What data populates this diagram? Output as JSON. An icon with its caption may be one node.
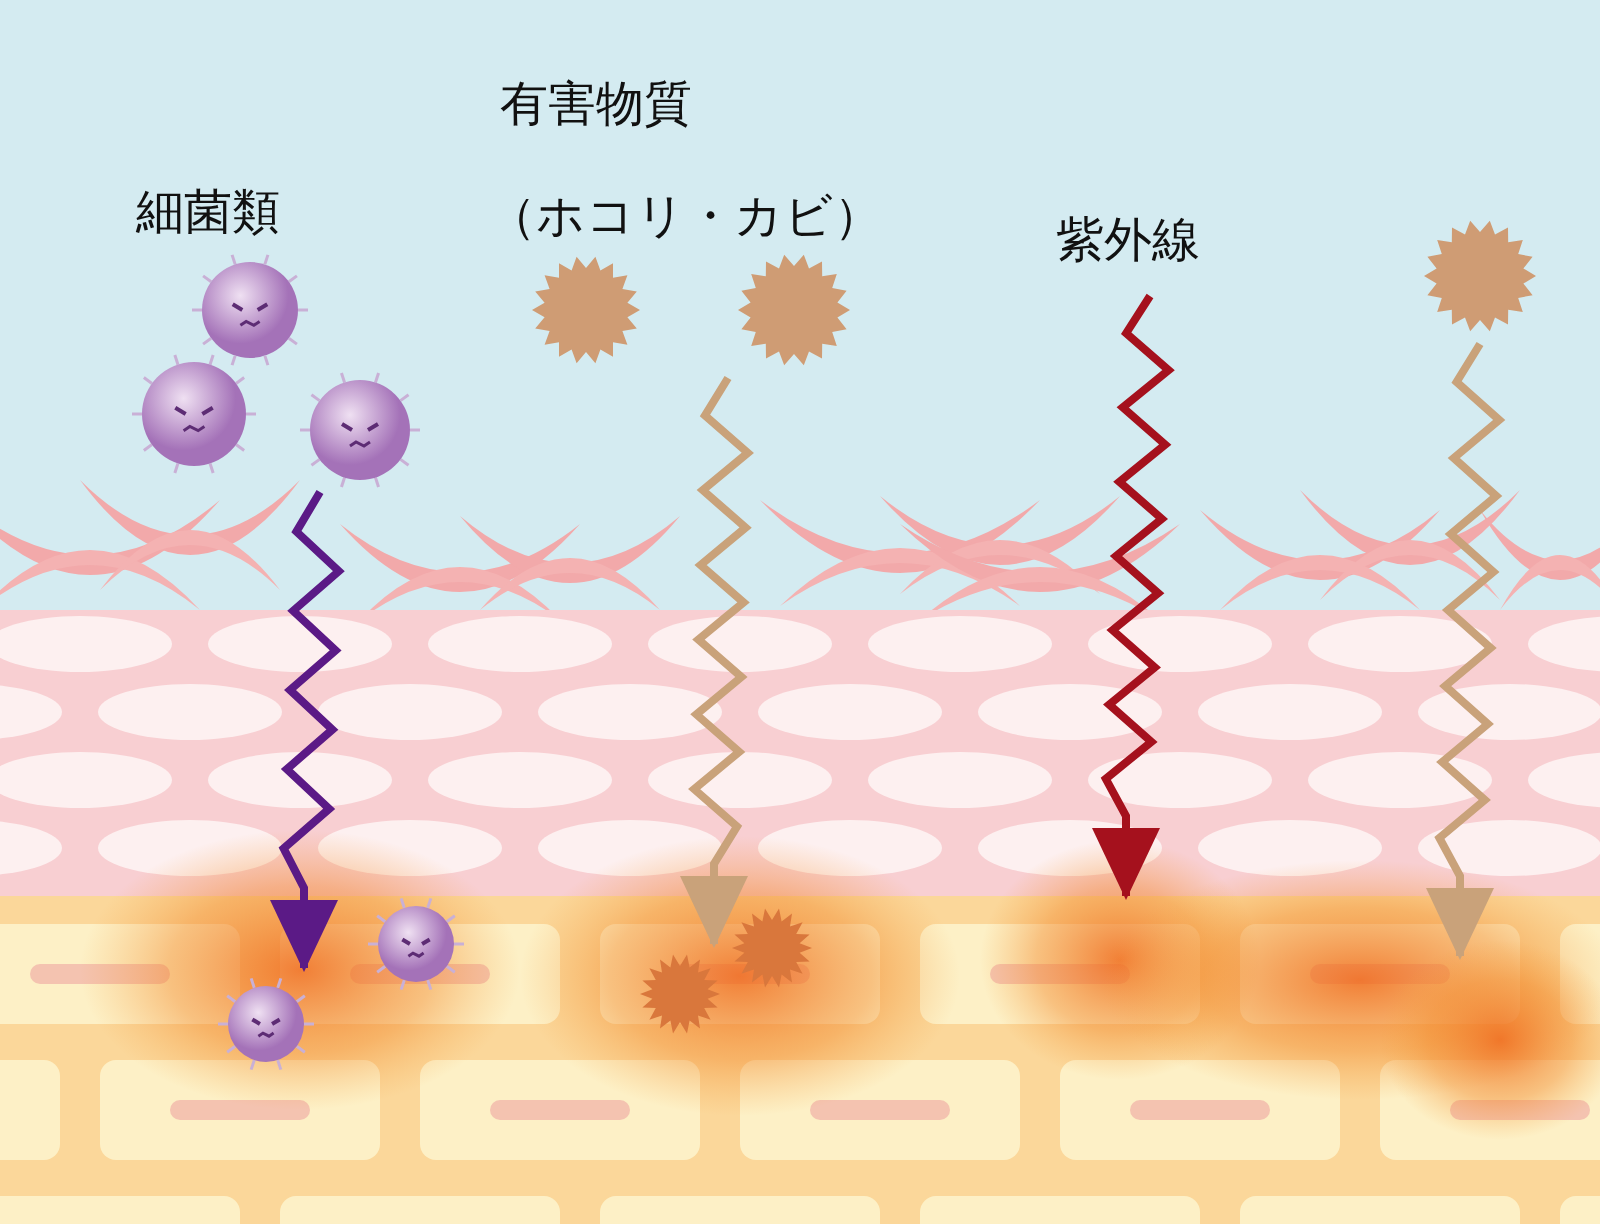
{
  "diagram": {
    "nodes": [
      {
        "text": [],
        "shape": "picture"
      },
      {
        "text": [],
        "shape": "picture"
      },
      {
        "text": [],
        "shape": "picture"
      },
      {
        "text": [],
        "shape": "picture"
      },
      {
        "text": [],
        "shape": "picture"
      },
      {
        "text": [],
        "shape": "picture"
      },
      {
        "text": [],
        "shape": "picture"
      },
      {
        "text": [],
        "shape": "picture"
      },
      {
        "text": [],
        "shape": "picture"
      },
      {
        "text": [],
        "shape": "picture"
      }
    ],
    "edges": [
      {
        "from": 2,
        "to": 7,
        "arrow": "to",
        "color": "#5b1a86"
      },
      {
        "from": 4,
        "to": 9,
        "arrow": "to"
      },
      {
        "from": 5,
        "to": null,
        "arrow": "to"
      }
    ],
    "labels": [
      "細菌類",
      "有害物質",
      "（ホコリ・カビ）",
      "紫外線"
    ]
  }
}
